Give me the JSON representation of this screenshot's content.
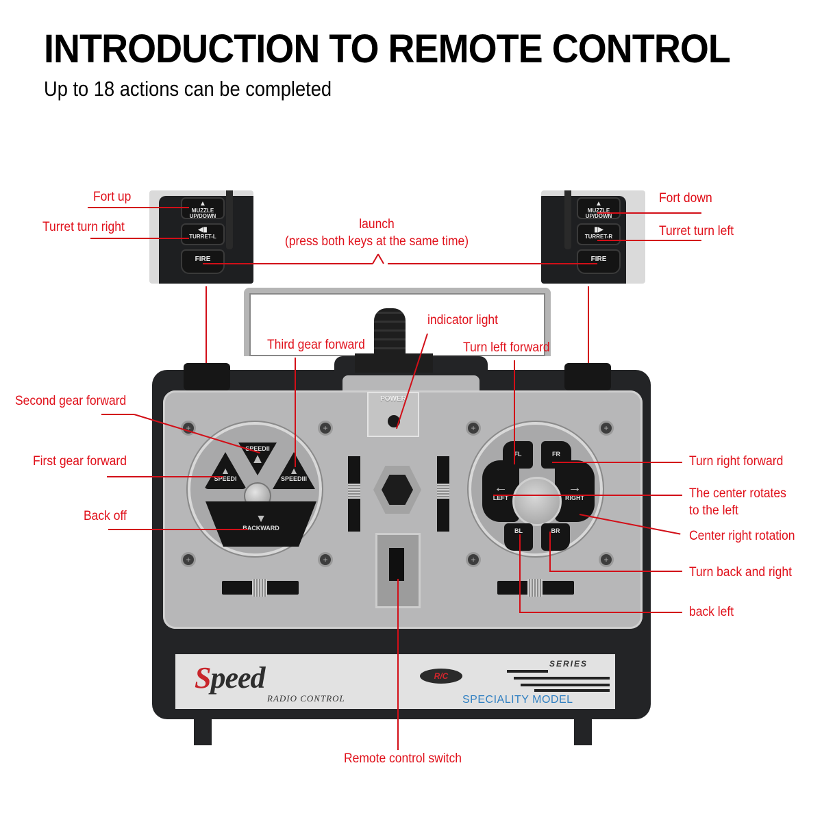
{
  "header": {
    "title": "INTRODUCTION TO REMOTE CONTROL",
    "subtitle": "Up to 18 actions can be completed"
  },
  "colors": {
    "label": "#e0101a",
    "model_text": "#2f7fc1",
    "brand_red": "#c8252b"
  },
  "left_inset": {
    "labels": {
      "fort_up": "Fort up",
      "turret_turn_right": "Turret turn right"
    },
    "buttons": [
      {
        "glyph": "▲",
        "label": "MUZZLE UP/DOWN"
      },
      {
        "glyph": "◀▮",
        "label": "TURRET-L"
      },
      {
        "label": "FIRE"
      }
    ]
  },
  "right_inset": {
    "labels": {
      "fort_down": "Fort down",
      "turret_turn_left": "Turret turn left"
    },
    "buttons": [
      {
        "glyph": "▲",
        "label": "MUZZLE UP/DOWN"
      },
      {
        "glyph": "▮▶",
        "label": "TURRET-R"
      },
      {
        "label": "FIRE"
      }
    ]
  },
  "launch": {
    "line1": "launch",
    "line2": "(press both keys at the same time)"
  },
  "left_labels": {
    "second_gear": "Second gear forward",
    "first_gear": "First gear forward",
    "back_off": "Back off"
  },
  "top_labels": {
    "third_gear": "Third gear forward",
    "indicator": "indicator light",
    "turn_left_forward": "Turn left forward"
  },
  "right_labels": {
    "turn_right_forward": "Turn right forward",
    "center_left_1": "The center rotates",
    "center_left_2": "to the left",
    "center_right": "Center right rotation",
    "turn_back_right": "Turn back and right",
    "back_left": "back left"
  },
  "bottom_label": "Remote control switch",
  "left_pad": {
    "speed2": "SPEEDII",
    "speed1": "SPEEDI",
    "speed3": "SPEEDIII",
    "backward": "BACKWARD"
  },
  "right_pad": {
    "fl": "FL",
    "fr": "FR",
    "left": "LEFT",
    "right": "RIGHT",
    "bl": "BL",
    "br": "BR"
  },
  "center": {
    "power": "POWER"
  },
  "brand": {
    "speed_first": "S",
    "speed_rest": "peed",
    "radio_control": "RADIO CONTROL",
    "rc": "R/C",
    "series": "SERIES",
    "model": "SPECIALITY  MODEL"
  }
}
